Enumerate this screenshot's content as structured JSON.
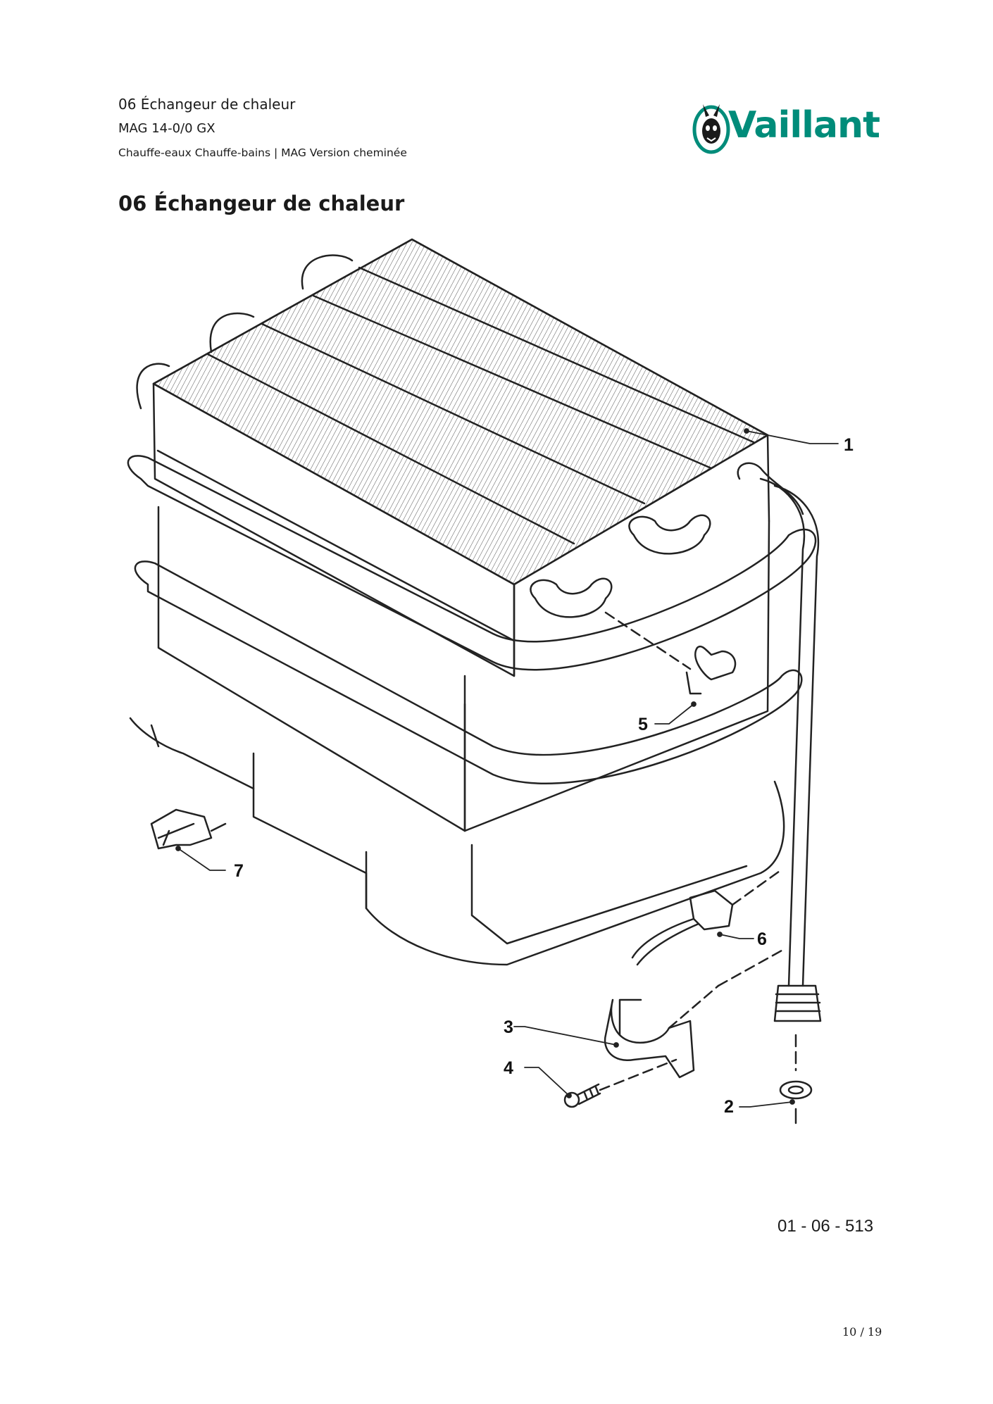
{
  "header": {
    "section": "06 Échangeur de chaleur",
    "model": "MAG 14-0/0 GX",
    "category": "Chauffe-eaux Chauffe-bains | MAG Version cheminée"
  },
  "brand": {
    "name": "Vaillant",
    "color": "#008c7a",
    "logo_icon": "hare-icon"
  },
  "page_title": "06 Échangeur de chaleur",
  "diagram": {
    "callouts": [
      "1",
      "2",
      "3",
      "4",
      "5",
      "6",
      "7"
    ],
    "drawing_code": "01 - 06 - 513"
  },
  "footer": {
    "page_number": "10 / 19"
  }
}
